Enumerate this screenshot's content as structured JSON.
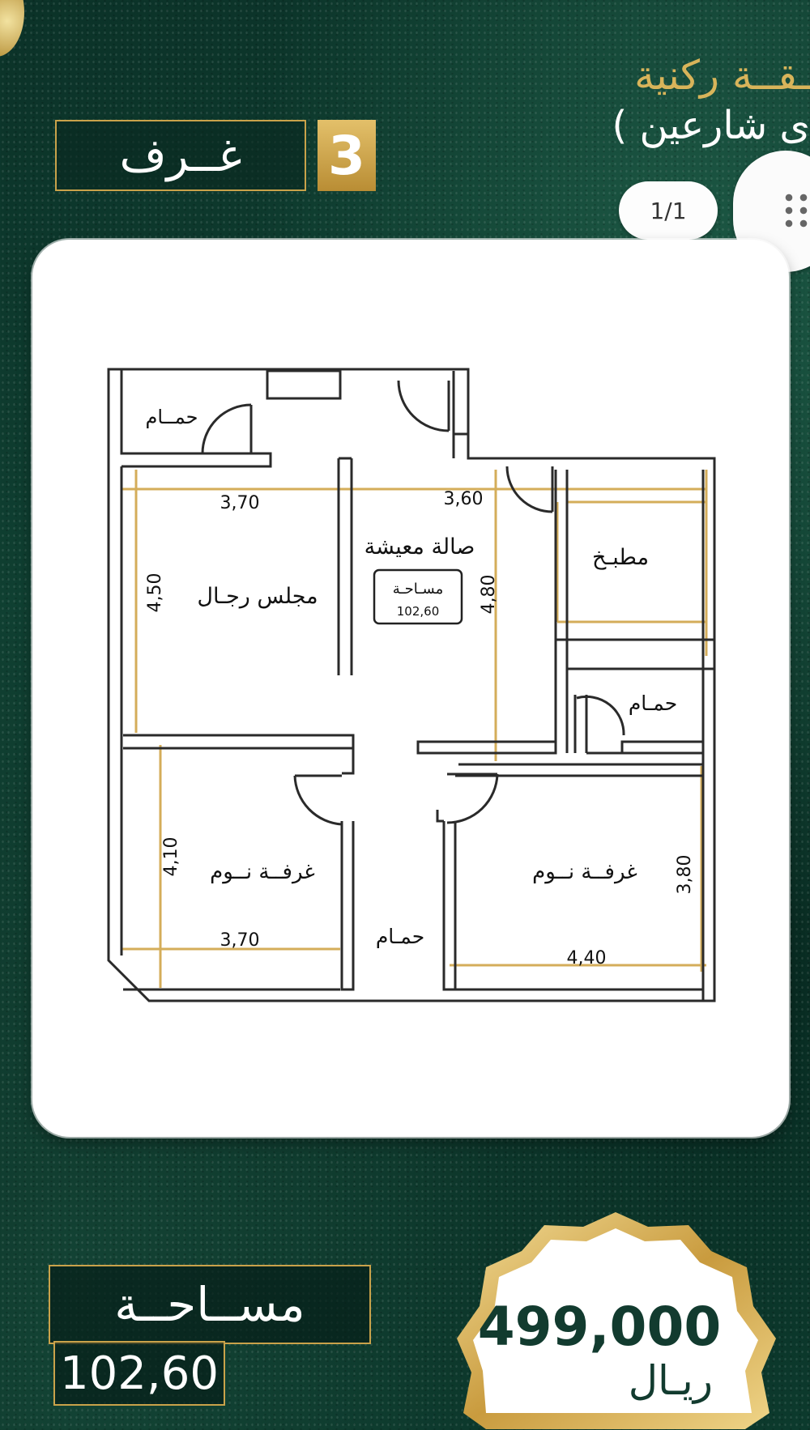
{
  "header": {
    "title_line1": "ـقــة ركنية",
    "title_line2": "ى شارعين )",
    "rooms_label": "غــرف",
    "rooms_count": "3"
  },
  "viewer": {
    "page_indicator": "1/1",
    "menu_icon": "more-dots-icon"
  },
  "floor_plan": {
    "rooms": [
      {
        "name": "حمــام",
        "role": "bath-top"
      },
      {
        "name": "مجلس رجـال",
        "role": "majlis"
      },
      {
        "name": "صالة معيشة",
        "role": "living"
      },
      {
        "name": "مطبـخ",
        "role": "kitchen"
      },
      {
        "name": "حمـام",
        "role": "bath-right"
      },
      {
        "name": "غرفــة نــوم",
        "role": "bedroom-left"
      },
      {
        "name": "غرفــة نــوم",
        "role": "bedroom-right"
      },
      {
        "name": "حمـام",
        "role": "bath-center"
      }
    ],
    "dimensions": {
      "majlis_width": "3,70",
      "majlis_height": "4,50",
      "living_width": "3,60",
      "living_height": "4,80",
      "bed_left_height": "4,10",
      "bed_left_width": "3,70",
      "bed_right_height": "3,80",
      "bed_right_width": "4,40"
    },
    "area_tag": {
      "label": "مسـاحـة",
      "value": "102,60"
    }
  },
  "footer": {
    "area_label": "مســاحــة",
    "area_value": "102,60",
    "price": "499,000",
    "currency": "ريـال"
  },
  "colors": {
    "background": "#0c3a2d",
    "gold": "#c9a24a",
    "plan_line": "#d4ad5a"
  }
}
